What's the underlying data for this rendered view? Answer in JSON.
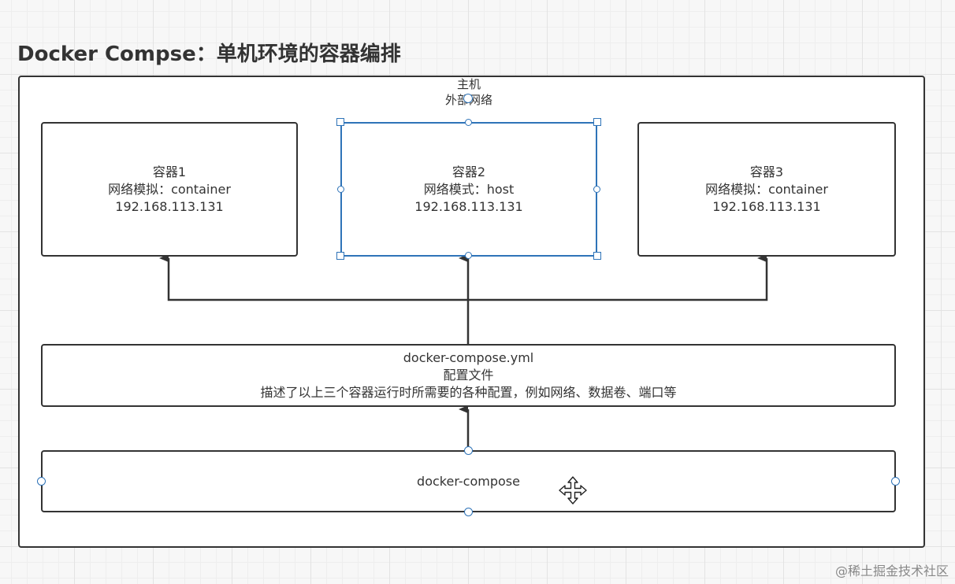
{
  "title": "Docker Compse：单机环境的容器编排",
  "host": {
    "line1": "主机",
    "line2": "外部网络"
  },
  "containers": [
    {
      "name": "容器1",
      "mode": "网络模拟：container",
      "ip": "192.168.113.131"
    },
    {
      "name": "容器2",
      "mode": "网络模式：host",
      "ip": "192.168.113.131"
    },
    {
      "name": "容器3",
      "mode": "网络模拟：container",
      "ip": "192.168.113.131"
    }
  ],
  "config": {
    "filename": "docker-compose.yml",
    "subtitle": "配置文件",
    "description": "描述了以上三个容器运行时所需要的各种配置，例如网络、数据卷、端口等"
  },
  "tool": {
    "label": "docker-compose"
  },
  "colors": {
    "stroke": "#333333",
    "selection": "#2e73b8",
    "grid": "#e3e3e3"
  },
  "icons": [
    "move-cursor-icon"
  ],
  "watermark": "@稀土掘金技术社区"
}
